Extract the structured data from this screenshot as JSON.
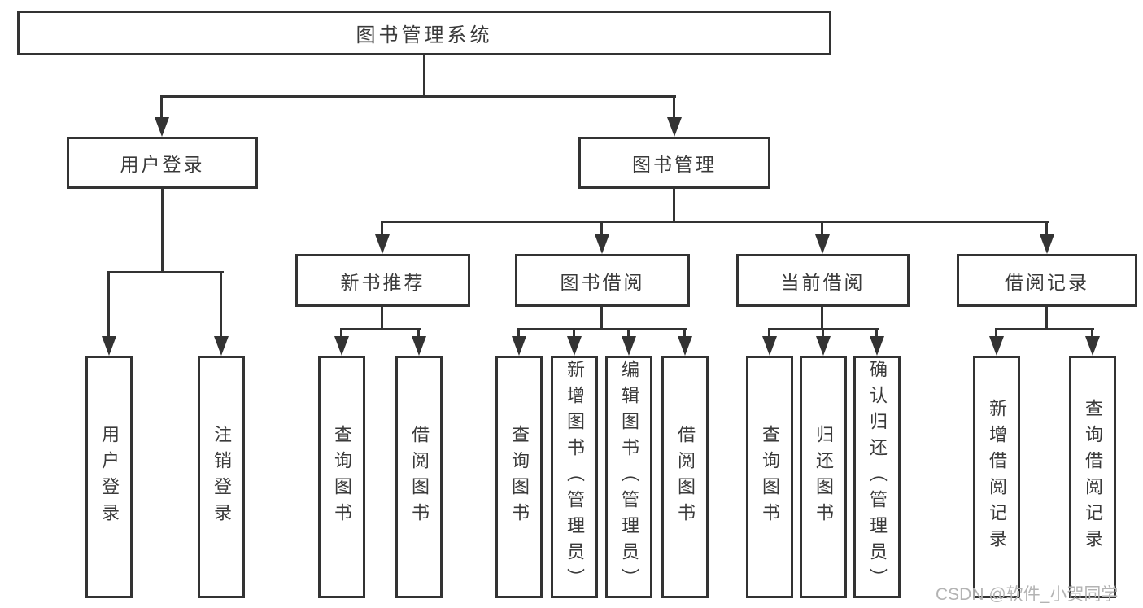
{
  "colors": {
    "line": "#333333",
    "text": "#3a3a3a",
    "watermark": "#b3b3b3",
    "background": "#ffffff"
  },
  "diagram": {
    "root": {
      "label": "图书管理系统"
    },
    "branches": [
      {
        "label": "用户登录",
        "leaves": [
          "用户登录",
          "注销登录"
        ]
      },
      {
        "label": "图书管理",
        "groups": [
          {
            "label": "新书推荐",
            "leaves": [
              "查询图书",
              "借阅图书"
            ]
          },
          {
            "label": "图书借阅",
            "leaves": [
              "查询图书",
              "新增图书（管理员）",
              "编辑图书（管理员）",
              "借阅图书"
            ]
          },
          {
            "label": "当前借阅",
            "leaves": [
              "查询图书",
              "归还图书",
              "确认归还（管理员）"
            ]
          },
          {
            "label": "借阅记录",
            "leaves": [
              "新增借阅记录",
              "查询借阅记录"
            ]
          }
        ]
      }
    ]
  },
  "watermark": {
    "text": "CSDN @软件_小贺同学"
  }
}
